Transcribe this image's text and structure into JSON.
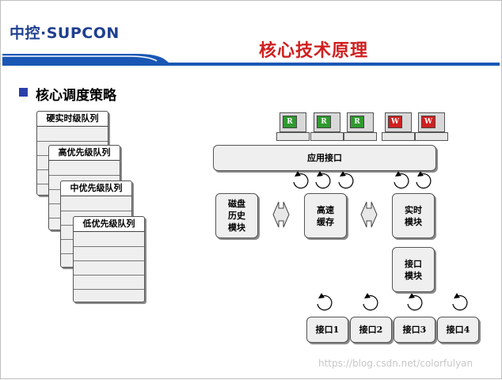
{
  "header": {
    "logo": "中控·SUPCON",
    "title": "核心技术原理"
  },
  "section": {
    "bullet": "核心调度策略"
  },
  "queues": [
    {
      "label": "硬实时级队列"
    },
    {
      "label": "高优先级队列"
    },
    {
      "label": "中优先级队列"
    },
    {
      "label": "低优先级队列"
    }
  ],
  "clients": [
    {
      "letter": "R",
      "color": "#2e9a2e"
    },
    {
      "letter": "R",
      "color": "#2e9a2e"
    },
    {
      "letter": "R",
      "color": "#2e9a2e"
    },
    {
      "letter": "W",
      "color": "#d02020"
    },
    {
      "letter": "W",
      "color": "#d02020"
    }
  ],
  "diagram": {
    "app_interface": "应用接口",
    "disk_history": [
      "磁盘",
      "历史",
      "模块"
    ],
    "cache": [
      "高速",
      "缓存"
    ],
    "realtime": [
      "实时",
      "模块"
    ],
    "interface_module": [
      "接口",
      "模块"
    ],
    "ports": [
      "接口1",
      "接口2",
      "接口3",
      "接口4"
    ]
  },
  "watermark": "https://blog.csdn.net/colorfulyan",
  "colors": {
    "brand_blue": "#1f3f8f",
    "band_blue": "#1a57b5",
    "title_red": "#d01f1f",
    "bullet_blue": "#2c3ea8"
  }
}
